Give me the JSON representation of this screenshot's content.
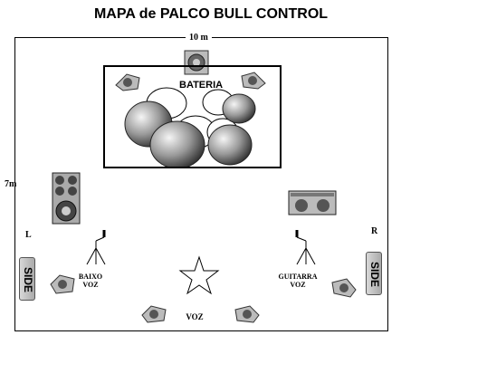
{
  "title": "MAPA de PALCO BULL CONTROL",
  "dimensions": {
    "width_label": "10 m",
    "depth_label": "7m"
  },
  "drum_riser": {
    "label": "BATERIA"
  },
  "side_left": {
    "channel": "L",
    "label": "SIDE"
  },
  "side_right": {
    "channel": "R",
    "label": "SIDE"
  },
  "positions": {
    "bass": {
      "line1": "BAIXO",
      "line2": "VOZ"
    },
    "guitar": {
      "line1": "GUITARRA",
      "line2": "VOZ"
    },
    "center_vocal": {
      "label": "VOZ"
    }
  },
  "colors": {
    "stage_outline": "#000000",
    "cymbal_dark": "#444444",
    "cymbal_light": "#f2f2f2"
  },
  "icons": [
    "monitor-wedge-icon",
    "bass-amp-icon",
    "guitar-amp-icon",
    "mic-stand-icon",
    "star-icon",
    "drum-cymbal-icon"
  ]
}
